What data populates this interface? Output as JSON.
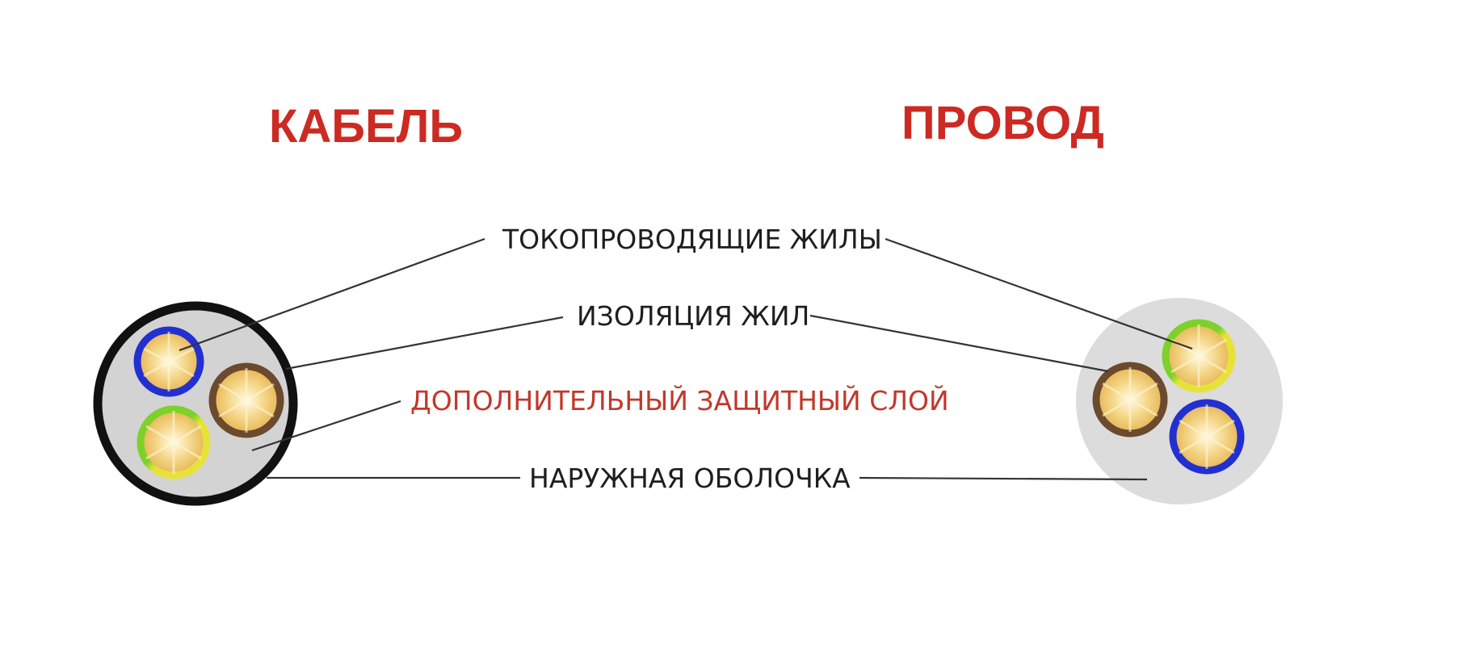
{
  "titles": {
    "cable": "КАБЕЛЬ",
    "wire": "ПРОВОД"
  },
  "labels": {
    "conductors": "ТОКОПРОВОДЯЩИЕ ЖИЛЫ",
    "insulation": "ИЗОЛЯЦИЯ ЖИЛ",
    "protective_layer": "ДОПОЛНИТЕЛЬНЫЙ ЗАЩИТНЫЙ СЛОЙ",
    "outer_sheath": "НАРУЖНАЯ ОБОЛОЧКА"
  },
  "colors": {
    "title_red": "#cc2a22",
    "protective_label_red": "#c0392b",
    "label_black": "#1e1e1e",
    "outer_sheath_black": "#111111",
    "filler_gray": "#d3d3d3",
    "wire_sheath_gray": "#dcdcdc",
    "insulation_blue": "#2330d0",
    "insulation_brown": "#6b4a2e",
    "insulation_green": "#7dcf2a",
    "insulation_yellow": "#e7e23a",
    "copper_core": "#f0c46a"
  }
}
